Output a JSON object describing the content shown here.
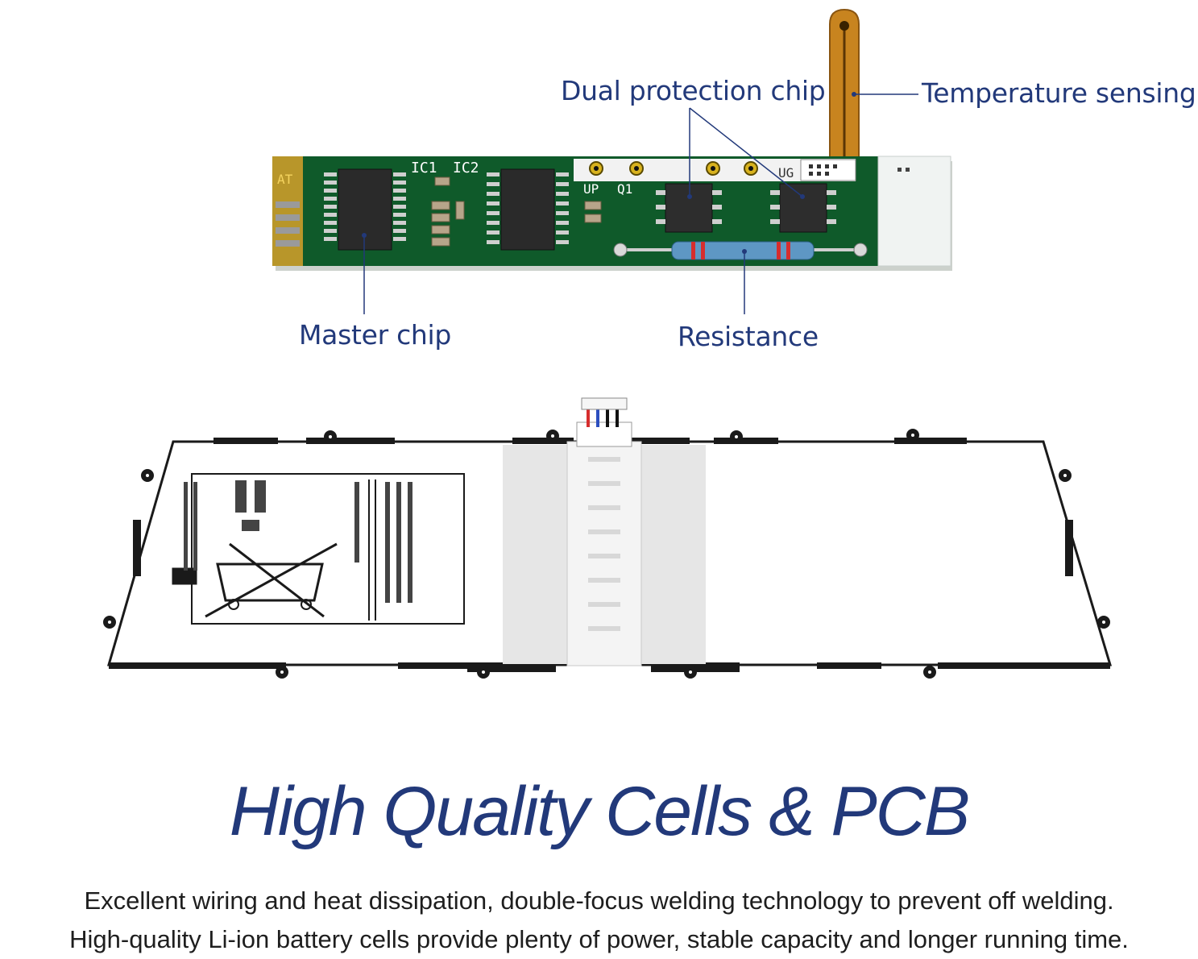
{
  "pcb": {
    "callouts": {
      "dual_protection": "Dual protection chip",
      "temperature": "Temperature sensing",
      "master": "Master chip",
      "resistance": "Resistance"
    },
    "silkscreen": {
      "ic1": "IC1",
      "ic2": "IC2",
      "at": "AT",
      "up": "UP",
      "q1": "Q1",
      "ug": "UG"
    },
    "colors": {
      "board": "#0f5a2a",
      "flex": "#c07a1a",
      "callout_text": "#22397a"
    }
  },
  "battery": {
    "colors": {
      "body": "#ffffff",
      "outline": "#111111",
      "tab": "#e9e9e9"
    }
  },
  "headline": "High Quality Cells & PCB",
  "body_text": {
    "line1": "Excellent wiring and heat dissipation, double-focus welding technology to prevent off welding.",
    "line2": "High-quality Li-ion battery cells provide plenty of power, stable capacity and longer running time."
  }
}
